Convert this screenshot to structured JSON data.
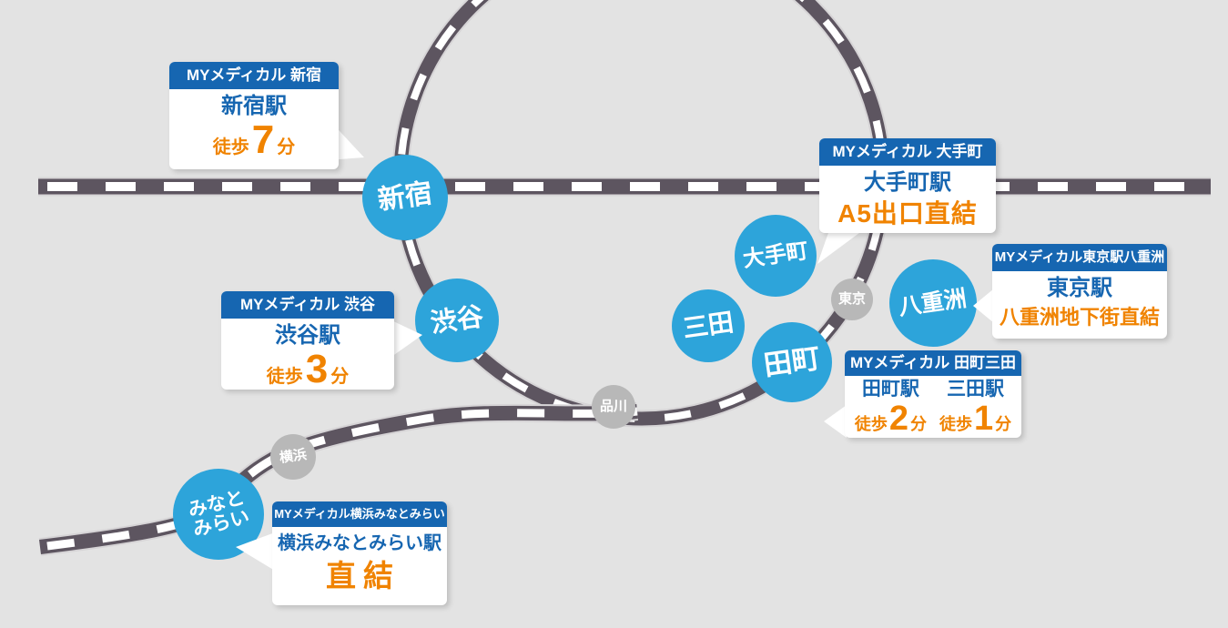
{
  "colors": {
    "background": "#e3e3e3",
    "rail": "#5d5560",
    "rail_dash": "#ffffff",
    "station_blue": "#2da4da",
    "station_gray": "#b8b8b8",
    "header_blue": "#1666b1",
    "station_text_blue": "#1666b1",
    "accent_orange": "#f08300"
  },
  "stations": {
    "shinjuku": {
      "label": "新宿"
    },
    "shibuya": {
      "label": "渋谷"
    },
    "otemachi": {
      "label": "大手町"
    },
    "mita": {
      "label": "三田"
    },
    "tamachi": {
      "label": "田町"
    },
    "yaesu": {
      "label": "八重洲"
    },
    "minatomirai": {
      "label_line1": "みなと",
      "label_line2": "みらい"
    },
    "tokyo": {
      "label": "東京"
    },
    "shinagawa": {
      "label": "品川"
    },
    "yokohama": {
      "label": "横浜"
    }
  },
  "callouts": {
    "shinjuku": {
      "header": "MYメディカル 新宿",
      "station": "新宿駅",
      "walk_prefix": "徒歩",
      "walk_minutes": "7",
      "walk_suffix": "分"
    },
    "shibuya": {
      "header": "MYメディカル 渋谷",
      "station": "渋谷駅",
      "walk_prefix": "徒歩",
      "walk_minutes": "3",
      "walk_suffix": "分"
    },
    "otemachi": {
      "header": "MYメディカル 大手町",
      "station": "大手町駅",
      "access": "A5出口直結"
    },
    "tokyo_yaesu": {
      "header": "MYメディカル東京駅八重洲",
      "station": "東京駅",
      "access": "八重洲地下街直結"
    },
    "tamachi_mita": {
      "header": "MYメディカル 田町三田",
      "columns": [
        {
          "station": "田町駅",
          "walk_prefix": "徒歩",
          "walk_minutes": "2",
          "walk_suffix": "分"
        },
        {
          "station": "三田駅",
          "walk_prefix": "徒歩",
          "walk_minutes": "1",
          "walk_suffix": "分"
        }
      ]
    },
    "yokohama_minatomirai": {
      "header": "MYメディカル横浜みなとみらい",
      "station": "横浜みなとみらい駅",
      "access": "直結"
    }
  }
}
